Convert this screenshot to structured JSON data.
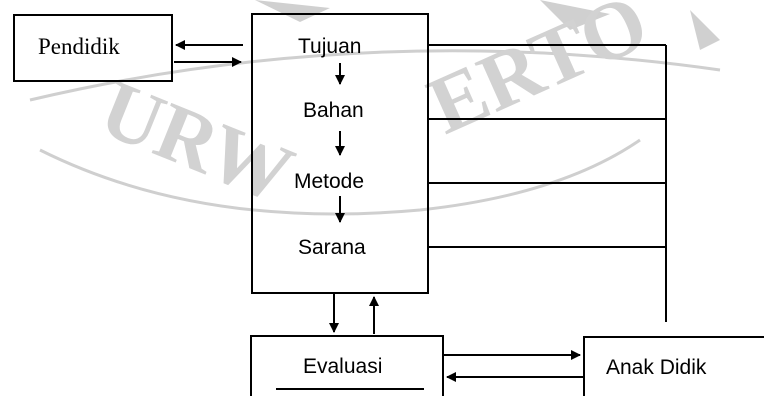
{
  "diagram": {
    "boxes": {
      "pendidik": {
        "label": "Pendidik"
      },
      "components": {
        "items": [
          "Tujuan",
          "Bahan",
          "Metode",
          "Sarana"
        ]
      },
      "evaluasi": {
        "label": "Evaluasi"
      },
      "anak_didik": {
        "label": "Anak Didik"
      }
    },
    "watermark": {
      "text_left": "URW",
      "text_right": "ERTO",
      "color": "#c8c8c8"
    },
    "colors": {
      "stroke": "#000000",
      "background": "#ffffff"
    }
  }
}
